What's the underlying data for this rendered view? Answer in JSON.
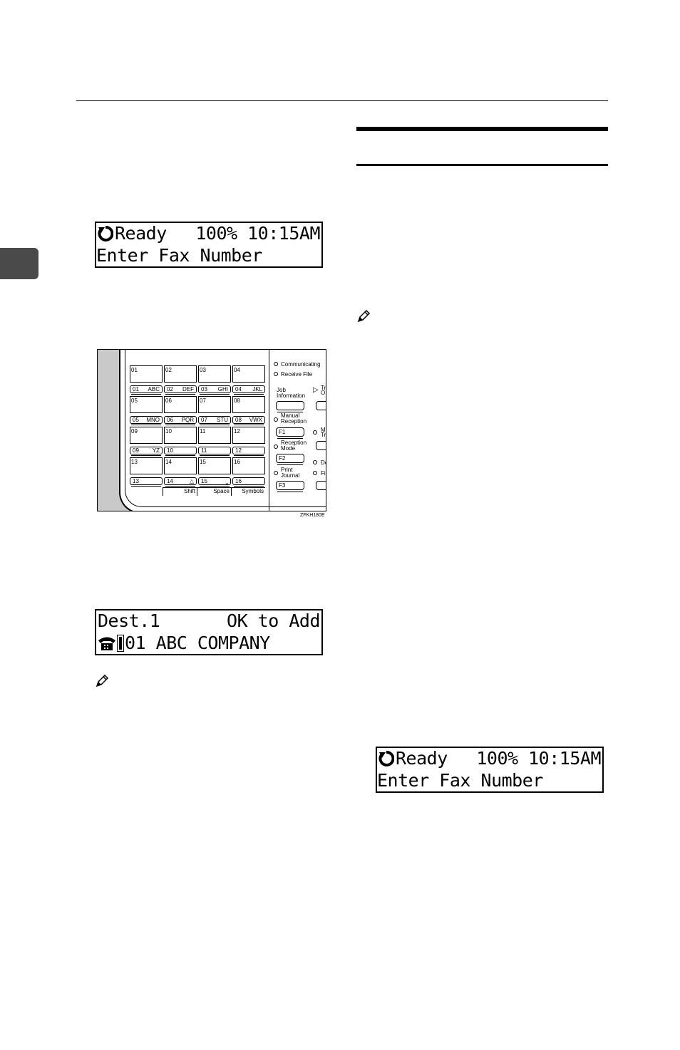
{
  "lcd_ready": {
    "line1_left": "Ready",
    "line1_right": "100% 10:15AM",
    "line2": "Enter Fax Number"
  },
  "lcd_dest": {
    "line1_left": "Dest.1",
    "line1_right": "OK to Add",
    "line2": "01 ABC COMPANY"
  },
  "icons": {
    "ready_icon": "circular-arrow-icon",
    "phone_icon": "telephone-icon",
    "note_icon": "pencil-note-icon"
  },
  "keypad": {
    "rows": [
      {
        "boxes": [
          "01",
          "02",
          "03",
          "04"
        ],
        "keys": [
          [
            "01",
            "ABC"
          ],
          [
            "02",
            "DEF"
          ],
          [
            "03",
            "GHI"
          ],
          [
            "04",
            "JKL"
          ]
        ]
      },
      {
        "boxes": [
          "05",
          "06",
          "07",
          "08"
        ],
        "keys": [
          [
            "05",
            "MNO"
          ],
          [
            "06",
            "PQR"
          ],
          [
            "07",
            "STU"
          ],
          [
            "08",
            "VWX"
          ]
        ]
      },
      {
        "boxes": [
          "09",
          "10",
          "11",
          "12"
        ],
        "keys": [
          [
            "09",
            "YZ"
          ],
          [
            "10",
            ""
          ],
          [
            "11",
            ""
          ],
          [
            "12",
            ""
          ]
        ]
      },
      {
        "boxes": [
          "13",
          "14",
          "15",
          "16"
        ],
        "keys": [
          [
            "13",
            ""
          ],
          [
            "14",
            "△"
          ],
          [
            "15",
            "⎵"
          ],
          [
            "16",
            ""
          ]
        ]
      }
    ],
    "bottom_labels": [
      "Shift",
      "Space",
      "Symbols"
    ],
    "indicators": [
      "Communicating",
      "Receive File"
    ],
    "job_info": [
      "Job",
      "Information"
    ],
    "manual_reception": [
      "Manual",
      "Reception"
    ],
    "reception_mode": [
      "Reception",
      "Mode"
    ],
    "print_journal": [
      "Print",
      "Journal"
    ],
    "fkeys": [
      "F1",
      "F2",
      "F3"
    ],
    "cut_text": {
      "t1": "Tr",
      "t2": "O",
      "m1": "M",
      "m2": "Tr",
      "d": "De",
      "f": "Fi"
    },
    "caption": "ZFKH180E"
  }
}
